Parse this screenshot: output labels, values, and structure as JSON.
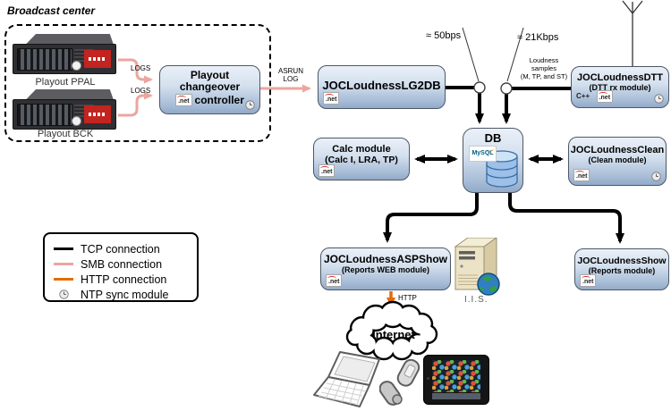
{
  "title": "Broadcast center",
  "badges": {
    "net": ".net",
    "cpp": "C++"
  },
  "servers": {
    "ppal": "Playout PPAL",
    "bck": "Playout BCK"
  },
  "boxes": {
    "controller": {
      "line1": "Playout",
      "line2": "changeover",
      "line3": "controller",
      "ntp": true
    },
    "lg2db": {
      "title": "JOCLoudnessLG2DB"
    },
    "dtt": {
      "title": "JOCLoudnessDTT",
      "subtitle": "(DTT rx module)",
      "ntp": true
    },
    "db": {
      "title": "DB",
      "logo": "MySQL"
    },
    "calc": {
      "title": "Calc module",
      "subtitle": "(Calc I, LRA, TP)"
    },
    "clean": {
      "title": "JOCLoudnessClean",
      "subtitle": "(Clean module)",
      "ntp": true
    },
    "aspshow": {
      "title": "JOCLoudnessASPShow",
      "subtitle": "(Reports WEB module)"
    },
    "show": {
      "title": "JOCLoudnessShow",
      "subtitle": "(Reports module)"
    }
  },
  "labels": {
    "logs_top": "LOGS",
    "logs_bottom": "LOGS",
    "asrun_line1": "ASRUN",
    "asrun_line2": "LOG",
    "rate_lg2db": "≈ 50bps",
    "rate_dtt": "≈ 21Kbps",
    "loudness_line1": "Loudness",
    "loudness_line2": "samples",
    "loudness_line3": "(M, TP, and ST)",
    "http": "HTTP",
    "iis": "I.I.S.",
    "internet": "Internet"
  },
  "legend": {
    "items": [
      {
        "label": "TCP connection",
        "color": "#000000"
      },
      {
        "label": "SMB connection",
        "color": "#eba69e"
      },
      {
        "label": "HTTP connection",
        "color": "#e36c09"
      },
      {
        "label": "NTP sync module",
        "color": "#e8e8e8"
      }
    ]
  },
  "colors": {
    "tcp": "#000000",
    "smb": "#eba69e",
    "http": "#e36c09",
    "box_border": "#4d5866"
  }
}
